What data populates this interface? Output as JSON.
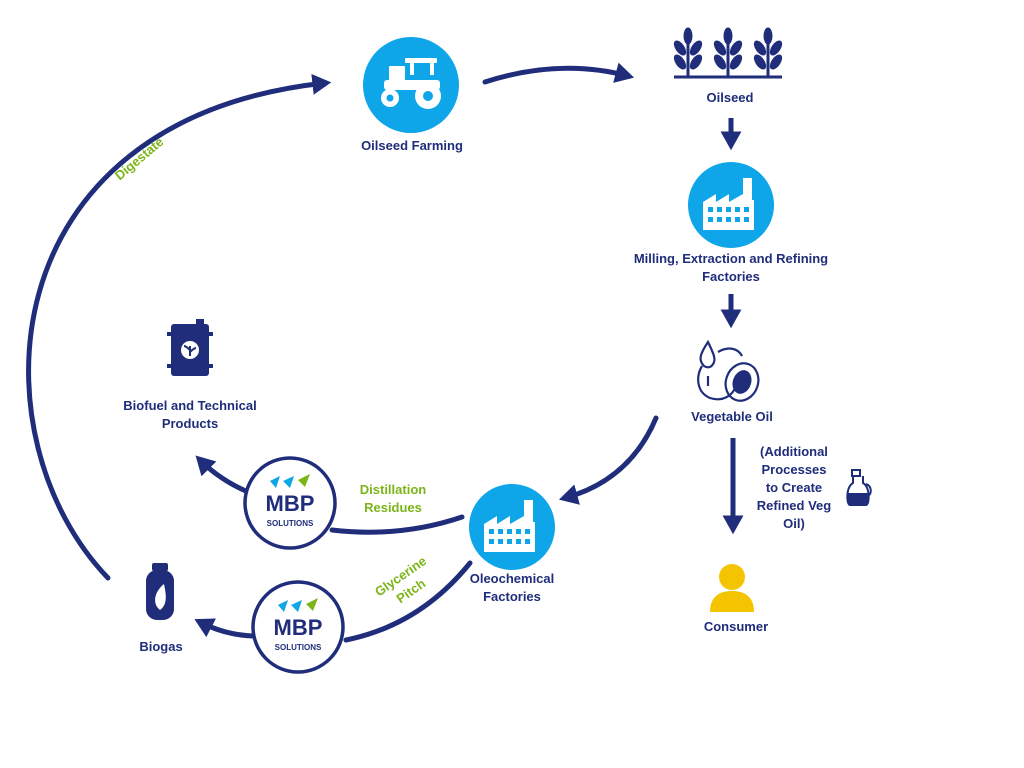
{
  "colors": {
    "navy": "#1f2d7b",
    "blue": "#0ea5e9",
    "green": "#7cb518",
    "yellow": "#f5c400"
  },
  "nodes": {
    "farming": {
      "label": "Oilseed Farming",
      "icon": "tractor-icon"
    },
    "oilseed": {
      "label": "Oilseed",
      "icon": "wheat-plants-icon"
    },
    "milling": {
      "label": "Milling, Extraction and Refining Factories",
      "icon": "factory-icon"
    },
    "vegoil": {
      "label": "Vegetable Oil",
      "icon": "oil-drops-fruit-icon"
    },
    "consumer": {
      "label": "Consumer",
      "icon": "person-icon"
    },
    "additional": {
      "label": "(Additional Processes to Create Refined Veg Oil)",
      "icon": "oil-bottle-icon"
    },
    "oleo": {
      "label": "Oleochemical Factories",
      "icon": "factory-icon"
    },
    "biofuel": {
      "label": "Biofuel and Technical Products",
      "icon": "fuel-barrel-icon"
    },
    "biogas": {
      "label": "Biogas",
      "icon": "gas-cylinder-icon"
    }
  },
  "edge_labels": {
    "digestate": "Digestate",
    "distillation": "Distillation Residues",
    "glycerine": "Glycerine Pitch"
  },
  "mbp": {
    "name": "MBP",
    "sub": "SOLUTIONS"
  }
}
